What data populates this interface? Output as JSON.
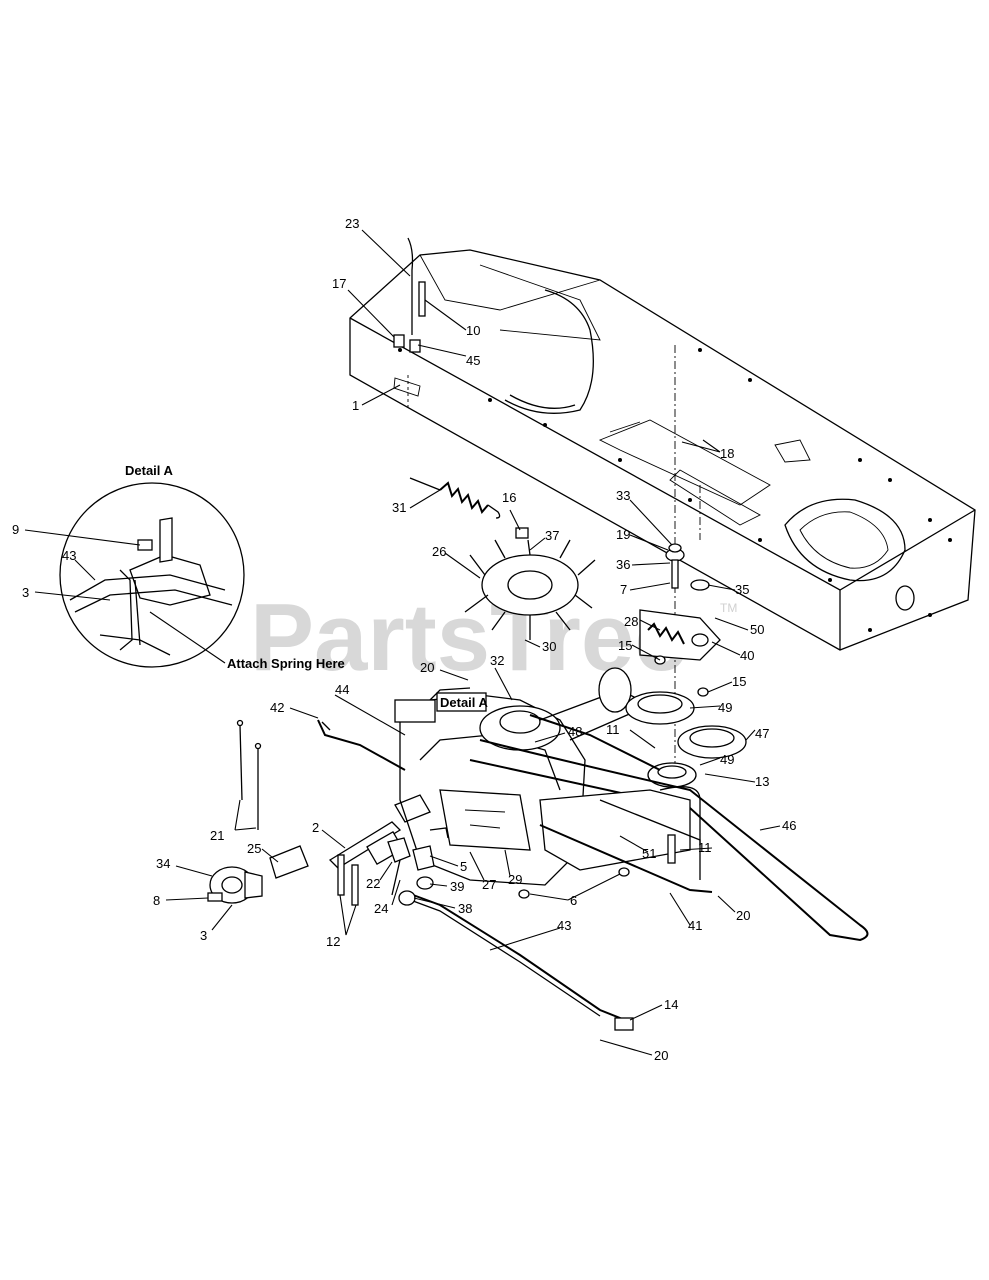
{
  "watermark": {
    "text": "PartsTree",
    "tm": "TM"
  },
  "detail_a": {
    "title": "Detail A",
    "note": "Attach Spring Here",
    "labels": [
      "9",
      "43",
      "3"
    ]
  },
  "callout_box": "Detail A",
  "part_labels": [
    "23",
    "17",
    "10",
    "45",
    "1",
    "18",
    "31",
    "16",
    "37",
    "26",
    "33",
    "19",
    "36",
    "7",
    "35",
    "50",
    "28",
    "15",
    "40",
    "30",
    "20",
    "32",
    "44",
    "42",
    "48",
    "49",
    "11",
    "47",
    "13",
    "2",
    "21",
    "25",
    "34",
    "8",
    "3",
    "22",
    "24",
    "5",
    "39",
    "38",
    "27",
    "29",
    "6",
    "12",
    "43",
    "51",
    "46",
    "41",
    "14"
  ]
}
